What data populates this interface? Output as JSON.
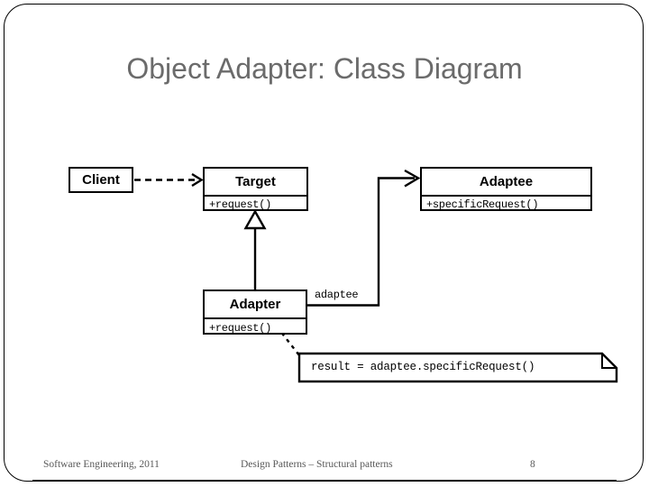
{
  "slide": {
    "title": "Object Adapter: Class Diagram"
  },
  "diagram": {
    "classes": [
      {
        "id": "client",
        "name": "Client",
        "operations": []
      },
      {
        "id": "target",
        "name": "Target",
        "operations": [
          "+request()"
        ]
      },
      {
        "id": "adaptee",
        "name": "Adaptee",
        "operations": [
          "+specificRequest()"
        ]
      },
      {
        "id": "adapter",
        "name": "Adapter",
        "operations": [
          "+request()"
        ]
      }
    ],
    "role_label": "adaptee",
    "note": "result = adaptee.specificRequest()",
    "relationships": [
      {
        "type": "dependency",
        "from": "Client",
        "to": "Target",
        "style": "dashed-open-arrow"
      },
      {
        "type": "generalization",
        "from": "Adapter",
        "to": "Target",
        "style": "solid-hollow-triangle"
      },
      {
        "type": "association",
        "from": "Adapter",
        "to": "Adaptee",
        "style": "solid-open-arrow",
        "role": "adaptee"
      },
      {
        "type": "note-anchor",
        "from": "Adapter.request()",
        "to": "note",
        "style": "dashed"
      }
    ]
  },
  "footer": {
    "left": "Software Engineering, 2011",
    "center": "Design Patterns – Structural patterns",
    "page": "8"
  },
  "colors": {
    "title": "#6b6b6b",
    "line": "#000000",
    "footer_text": "#595959",
    "background": "#ffffff"
  }
}
